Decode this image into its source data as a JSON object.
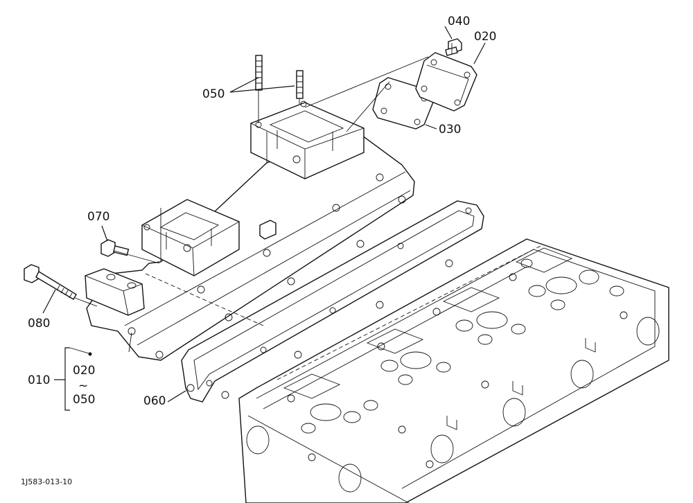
{
  "diagram": {
    "callouts": [
      {
        "id": "010",
        "text": "010"
      },
      {
        "id": "020a",
        "text": "020"
      },
      {
        "id": "020b",
        "text": "020"
      },
      {
        "id": "tilde",
        "text": "~"
      },
      {
        "id": "050a",
        "text": "050"
      },
      {
        "id": "030",
        "text": "030"
      },
      {
        "id": "040",
        "text": "040"
      },
      {
        "id": "050b",
        "text": "050"
      },
      {
        "id": "060",
        "text": "060"
      },
      {
        "id": "070",
        "text": "070"
      },
      {
        "id": "080",
        "text": "080"
      }
    ],
    "figure_code": "1J583-013-10"
  }
}
